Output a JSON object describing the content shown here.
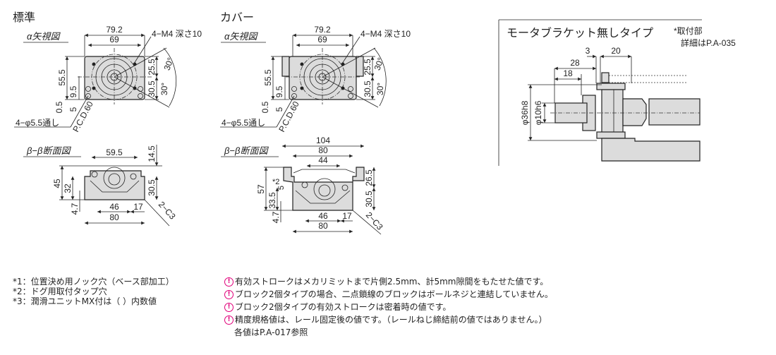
{
  "standard": {
    "title": "標準",
    "alpha_label": "α矢視図",
    "beta_label": "β−β断面図",
    "dims": {
      "w792": "79.2",
      "w69": "69",
      "m4": "4−M4 深さ10",
      "h555": "55.5",
      "h95": "9.5",
      "h05": "0.5",
      "h5": "5",
      "h255": "25.5",
      "h305": "30.5",
      "a30a": "30°",
      "a30b": "30°",
      "hole": "4−φ5.5通し",
      "pcd": "P.C.D.60"
    },
    "beta_dims": {
      "w595": "59.5",
      "h145": "14.5",
      "h45": "45",
      "h32": "32",
      "h47": "4.7",
      "h305": "30.5",
      "w46": "46",
      "w17": "17",
      "w80": "80",
      "c3": "2−C3"
    }
  },
  "cover": {
    "title": "カバー",
    "alpha_label": "α矢視図",
    "beta_label": "β−β断面図",
    "dims": {
      "w792": "79.2",
      "w69": "69",
      "m4": "4−M4 深さ10",
      "h555": "55.5",
      "h95": "9.5",
      "h05": "0.5",
      "h5": "5",
      "h255": "25.5",
      "h305": "30.5",
      "a30a": "30°",
      "a30b": "30°",
      "hole": "4−φ5.5通し",
      "pcd": "P.C.D.60"
    },
    "beta_dims": {
      "w104": "104",
      "w80": "80",
      "w44": "44",
      "h57": "57",
      "star2": "*2",
      "h5": "5",
      "h335": "33.5",
      "h47": "4.7",
      "h265": "26.5",
      "h305": "30.5",
      "w46": "46",
      "w17": "17",
      "w80b": "80",
      "c3": "2−C3"
    }
  },
  "motor_panel": {
    "title": "モータブラケット無しタイプ",
    "note1": "*取付部",
    "note2": "詳細はP.A-035",
    "dims": {
      "d3": "3",
      "d20": "20",
      "d28": "28",
      "d18": "18",
      "phi36": "φ36h8",
      "phi10": "φ10h6"
    }
  },
  "footnotes": [
    "*1：位置決め用ノック穴（ベース部加工）",
    "*2：ドグ用取付タップ穴",
    "*3：潤滑ユニットMX付は（ ）内数値"
  ],
  "cautions": [
    "有効ストロークはメカリミットまで片側2.5mm、計5mm隙間をもたせた値です。",
    "ブロック2個タイプの場合、二点鎖線のブロックはボールネジと連結していません。",
    "ブロック2個タイプの有効ストロークは密着時の値です。",
    "精度規格値は、レール固定後の値です。（レールねじ締結前の値ではありません。）"
  ],
  "caution_extra": "各値はP.A-017参照",
  "colors": {
    "caution_icon": "#e0007a",
    "part_fill": "#dcdcdc"
  }
}
